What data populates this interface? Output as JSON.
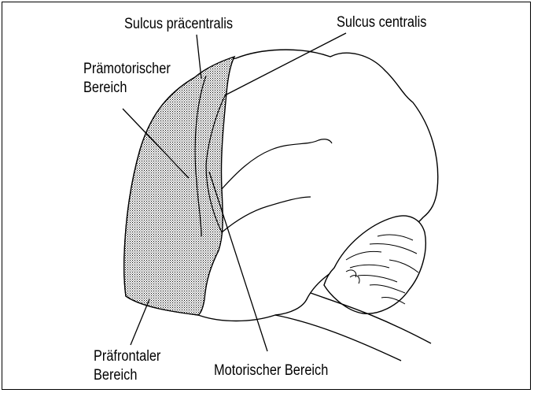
{
  "labels": {
    "sulcus_praecentralis": "Sulcus präcentralis",
    "sulcus_centralis": "Sulcus centralis",
    "praemotorischer_line1": "Prämotorischer",
    "praemotorischer_line2": "Bereich",
    "praefrontaler_line1": "Präfrontaler",
    "praefrontaler_line2": "Bereich",
    "motorischer": "Motorischer Bereich"
  },
  "colors": {
    "stroke": "#000000",
    "stipple": "#000000",
    "background": "#ffffff"
  }
}
